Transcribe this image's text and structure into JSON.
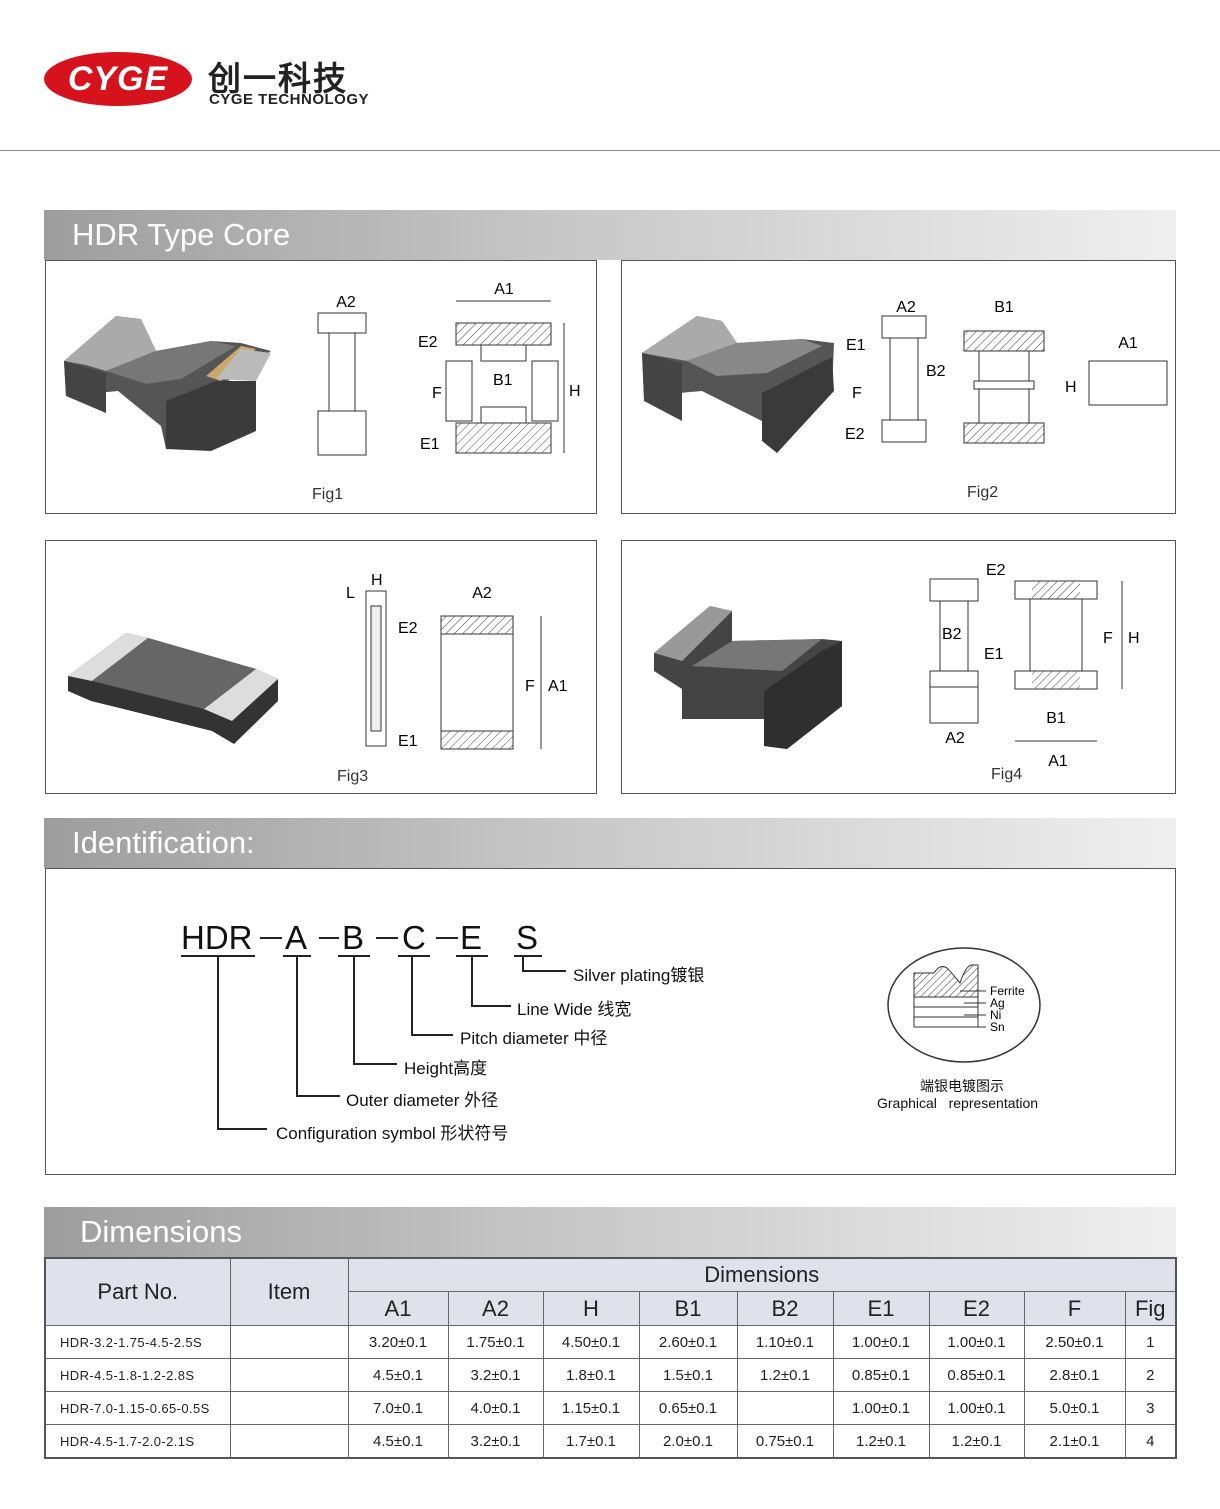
{
  "header": {
    "logo_text": "CYGE",
    "brand_cn": "创一科技",
    "brand_en": "CYGE TECHNOLOGY"
  },
  "sections": {
    "type_core": "HDR  Type Core",
    "identification": "Identification:",
    "dimensions": "Dimensions"
  },
  "figures": [
    {
      "label": "Fig1",
      "dims": [
        "A2",
        "A1",
        "E2",
        "F",
        "B1",
        "H",
        "E1"
      ]
    },
    {
      "label": "Fig2",
      "dims": [
        "A2",
        "B1",
        "A1",
        "E1",
        "B2",
        "F",
        "H",
        "E2"
      ]
    },
    {
      "label": "Fig3",
      "dims": [
        "L",
        "H",
        "A2",
        "E2",
        "F",
        "A1",
        "E1"
      ]
    },
    {
      "label": "Fig4",
      "dims": [
        "E2",
        "B2",
        "E1",
        "F",
        "H",
        "B1",
        "A2",
        "A1"
      ]
    }
  ],
  "identification": {
    "codes": [
      "HDR",
      "A",
      "B",
      "C",
      "E",
      "S"
    ],
    "labels": [
      "Silver plating镀银",
      "Line Wide 线宽",
      "Pitch diameter 中径",
      "Height高度",
      "Outer diameter 外径",
      "Configuration symbol 形状符号"
    ],
    "layers": [
      "Ferrite",
      "Ag",
      "Ni",
      "Sn"
    ],
    "graphic_cn": "端银电镀图示",
    "graphic_en": "Graphical   representation"
  },
  "table": {
    "part_no_header": "Part No.",
    "item_header": "Item",
    "dimensions_header": "Dimensions",
    "columns": [
      "A1",
      "A2",
      "H",
      "B1",
      "B2",
      "E1",
      "E2",
      "F",
      "Fig"
    ],
    "rows": [
      {
        "part": "HDR-3.2-1.75-4.5-2.5S",
        "item": "",
        "values": [
          "3.20±0.1",
          "1.75±0.1",
          "4.50±0.1",
          "2.60±0.1",
          "1.10±0.1",
          "1.00±0.1",
          "1.00±0.1",
          "2.50±0.1",
          "1"
        ]
      },
      {
        "part": "HDR-4.5-1.8-1.2-2.8S",
        "item": "",
        "values": [
          "4.5±0.1",
          "3.2±0.1",
          "1.8±0.1",
          "1.5±0.1",
          "1.2±0.1",
          "0.85±0.1",
          "0.85±0.1",
          "2.8±0.1",
          "2"
        ]
      },
      {
        "part": "HDR-7.0-1.15-0.65-0.5S",
        "item": "",
        "values": [
          "7.0±0.1",
          "4.0±0.1",
          "1.15±0.1",
          "0.65±0.1",
          "",
          "1.00±0.1",
          "1.00±0.1",
          "5.0±0.1",
          "3"
        ]
      },
      {
        "part": "HDR-4.5-1.7-2.0-2.1S",
        "item": "",
        "values": [
          "4.5±0.1",
          "3.2±0.1",
          "1.7±0.1",
          "2.0±0.1",
          "0.75±0.1",
          "1.2±0.1",
          "1.2±0.1",
          "2.1±0.1",
          "4"
        ]
      }
    ]
  }
}
